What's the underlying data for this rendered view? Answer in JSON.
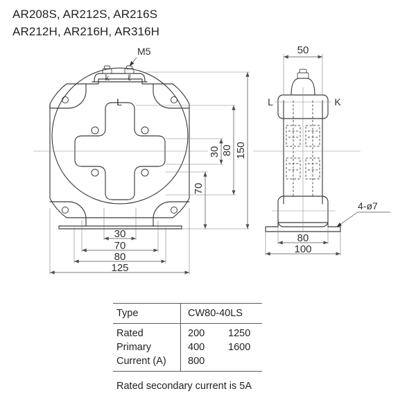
{
  "title": {
    "line1": "AR208S, AR212S, AR216S",
    "line2": "AR212H, AR216H, AR316H"
  },
  "front_view": {
    "screw_callout": "M5",
    "terminal_k": "k",
    "terminal_l": "ℓ",
    "body_label": "L",
    "dimensions": {
      "width_30": "30",
      "width_70": "70",
      "width_80": "80",
      "width_125": "125",
      "height_30": "30",
      "height_80": "80",
      "height_70": "70",
      "height_150": "150"
    }
  },
  "side_view": {
    "label_left": "L",
    "label_right": "K",
    "hole_callout": "4-ø7",
    "dimensions": {
      "width_50": "50",
      "base_80": "80",
      "base_100": "100"
    }
  },
  "spec_table": {
    "rows": [
      {
        "label": "Type",
        "values": [
          [
            "CW80-40LS"
          ],
          []
        ]
      },
      {
        "label_lines": [
          "Rated",
          "Primary",
          "Current (A)"
        ],
        "values": [
          [
            "200",
            "400",
            "800"
          ],
          [
            "1250",
            "1600"
          ]
        ]
      }
    ],
    "type_label": "Type",
    "type_value": "CW80-40LS",
    "rated_line1": "Rated",
    "rated_line2": "Primary",
    "rated_line3": "Current (A)",
    "current_col1": [
      "200",
      "400",
      "800"
    ],
    "current_col2": [
      "1250",
      "1600"
    ]
  },
  "footnote": "Rated secondary current is 5A",
  "colors": {
    "ink": "#231f20",
    "line": "#3a3a3c",
    "dim": "#4f4f52",
    "background": "#ffffff"
  }
}
